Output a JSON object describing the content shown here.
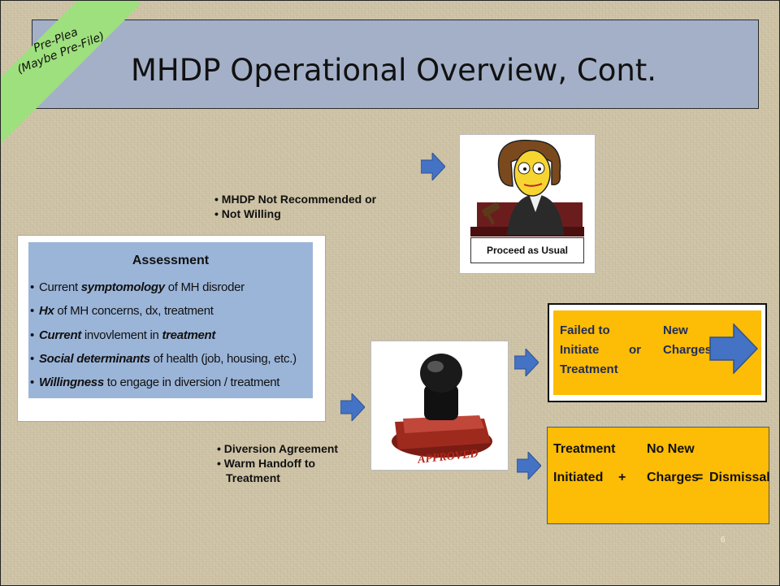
{
  "title": "MHDP Operational Overview, Cont.",
  "banner": {
    "line1": "Pre-Plea",
    "line2": "(Maybe Pre-File)"
  },
  "not_recommended": {
    "bullets": [
      "• MHDP Not Recommended or",
      "• Not Willing"
    ]
  },
  "judge": {
    "caption": "Proceed as Usual"
  },
  "assessment": {
    "title": "Assessment",
    "items": [
      {
        "pre": "Current ",
        "em": "symptomology",
        "post": " of MH disroder"
      },
      {
        "pre": "",
        "em": "Hx",
        "post": " of MH concerns, dx, treatment"
      },
      {
        "pre": "",
        "em": "Current",
        "mid": " invovlement in ",
        "em2": "treatment",
        "post": ""
      },
      {
        "pre": "",
        "em": "Social determinants",
        "post": " of health (job, housing, etc.)"
      },
      {
        "pre": "",
        "em": "Willingness",
        "post": " to engage in diversion / treatment"
      }
    ]
  },
  "stamp": {
    "label": "APPROVED"
  },
  "diversion": {
    "bullets": [
      "• Diversion Agreement",
      "• Warm Handoff to",
      "Treatment"
    ]
  },
  "failure": {
    "col1": [
      "Failed to",
      "Initiate",
      "Treatment"
    ],
    "or": "or",
    "col2": [
      "New",
      "Charges"
    ]
  },
  "success": {
    "line1": {
      "a": "Treatment",
      "b": "No New"
    },
    "line2": {
      "a": "Initiated",
      "plus": "+",
      "b": "Charges",
      "eq": "=",
      "c": "Dismissal"
    }
  },
  "page_number": "6",
  "colors": {
    "title_bar": "#a3b0c8",
    "banner": "#9ee07e",
    "arrow": "#4472c4",
    "amber": "#fdbc05",
    "assessment": "#9bb5d9"
  }
}
